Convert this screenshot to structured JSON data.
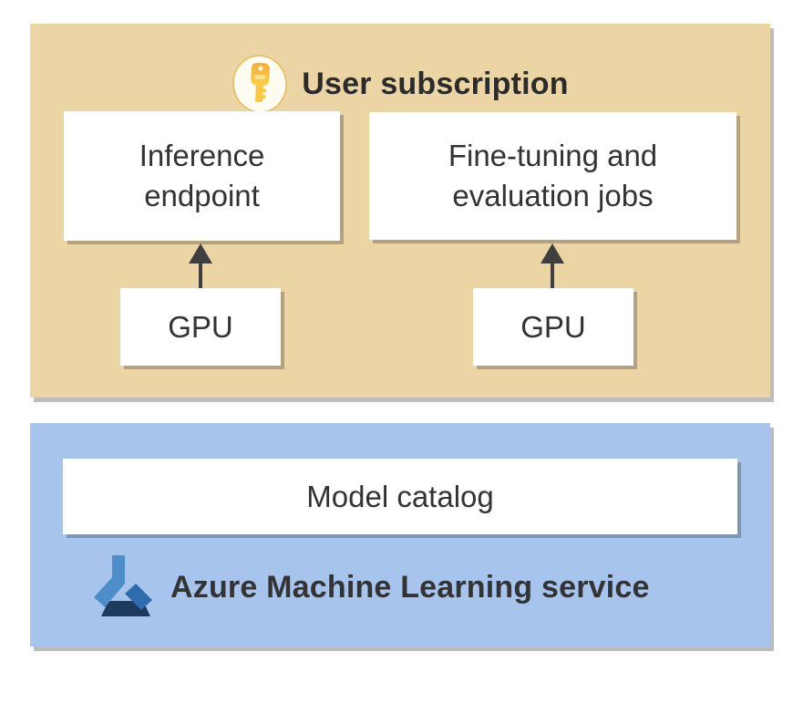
{
  "user_subscription": {
    "title": "User subscription",
    "inference_endpoint_label": "Inference endpoint",
    "finetuning_label": "Fine-tuning and evaluation jobs",
    "gpu_left_label": "GPU",
    "gpu_right_label": "GPU"
  },
  "azure_ml": {
    "model_catalog_label": "Model catalog",
    "title": "Azure Machine Learning service"
  },
  "icons": {
    "key_icon": "key-icon",
    "azure_ml_icon": "azure-machine-learning-icon"
  },
  "colors": {
    "subscription_panel_bg": "#ecd5a5",
    "azure_panel_bg": "#a6c4ec",
    "card_bg": "#ffffff",
    "text": "#333333",
    "arrow": "#3f3f3f",
    "key_gold": "#f5bf42",
    "key_badge_bg": "#fffdf2",
    "key_badge_border": "#edb95e",
    "azure_blue_light": "#4d8ec9",
    "azure_blue_mid": "#2f6cae",
    "azure_blue_dark": "#1e3a5c"
  }
}
